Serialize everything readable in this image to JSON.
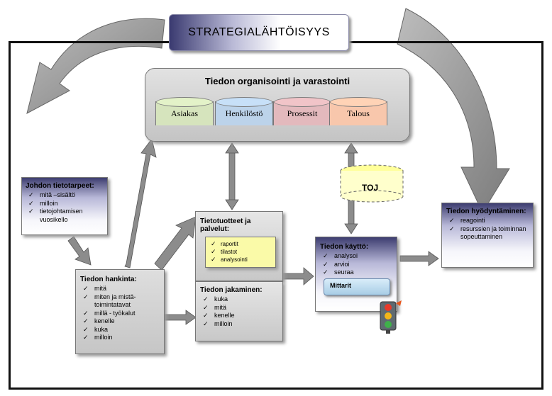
{
  "title": "STRATEGIALÄHTÖISYYS",
  "organisointi": {
    "title": "Tiedon organisointi ja varastointi",
    "databases": [
      "Asiakas",
      "Henkilöstö",
      "Prosessit",
      "Talous"
    ]
  },
  "toj": "TOJ",
  "johdon": {
    "title": "Johdon tietotarpeet:",
    "items": [
      "mitä –sisältö",
      "milloin",
      "tietojohtamisen vuosikello"
    ]
  },
  "hankinta": {
    "title": "Tiedon hankinta:",
    "items": [
      "mitä",
      "miten ja mistä-toimintatavat",
      "millä - työkalut",
      "kenelle",
      "kuka",
      "milloin"
    ]
  },
  "tuotteet": {
    "title": "Tietotuotteet ja palvelut:",
    "items": [
      "raportit",
      "tilastot",
      "analysointi"
    ]
  },
  "jakaminen": {
    "title": "Tiedon jakaminen:",
    "items": [
      "kuka",
      "mitä",
      "kenelle",
      "milloin"
    ]
  },
  "kaytto": {
    "title": "Tiedon käyttö:",
    "items": [
      "analysoi",
      "arvioi",
      "seuraa"
    ],
    "mittarit": "Mittarit"
  },
  "hyodyntaminen": {
    "title": "Tiedon hyödyntäminen:",
    "items": [
      "reagointi",
      "resurssien ja toiminnan sopeuttaminen"
    ]
  },
  "colors": {
    "frame": "#111111",
    "arrow_fill": "#8c8c8c",
    "lavender_dark": "#3d3d70",
    "note_yellow": "#fafaa8"
  }
}
